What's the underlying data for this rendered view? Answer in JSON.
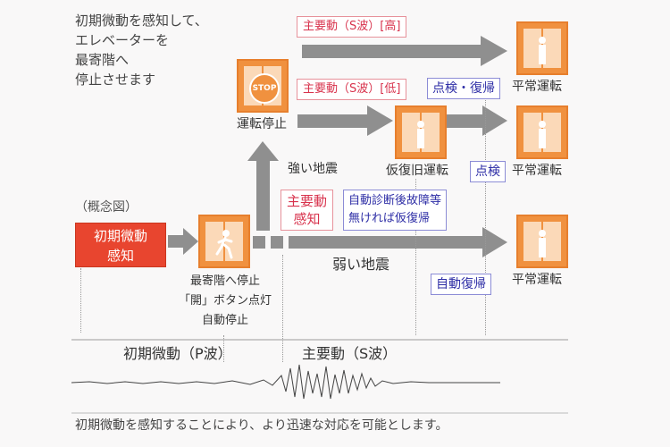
{
  "intro_lines": [
    "初期微動を感知して、",
    "エレベーターを",
    "最寄階へ",
    "停止させます"
  ],
  "concept_label": "（概念図）",
  "start_box": {
    "lines": [
      "初期微動",
      "感知"
    ]
  },
  "stop_floor_caption": [
    "最寄階へ停止",
    "「開」ボタン点灯",
    "自動停止"
  ],
  "stop_icon_text": "STOP",
  "stop_caption": "運転停止",
  "strong_quake": "強い地震",
  "weak_quake": "弱い地震",
  "main_tremor_detect": [
    "主要動",
    "感知"
  ],
  "self_diagnosis": [
    "自動診断後故障等",
    "無ければ仮復帰"
  ],
  "s_wave_high": "主要動（S波）[高]",
  "s_wave_low": "主要動（S波）[低]",
  "inspect_restore": "点検・復帰",
  "temp_restore": "仮復旧運転",
  "inspect": "点検",
  "auto_restore": "自動復帰",
  "normal_op": "平常運転",
  "p_wave": "初期微動（P波）",
  "s_wave": "主要動（S波）",
  "footer": "初期微動を感知することにより、より迅速な対応を可能とします。",
  "colors": {
    "orange": "#f0913f",
    "red_box": "#e8452f",
    "arrow": "#8f8f8f",
    "red_text": "#d8334d",
    "blue_text": "#2e2ea6"
  }
}
